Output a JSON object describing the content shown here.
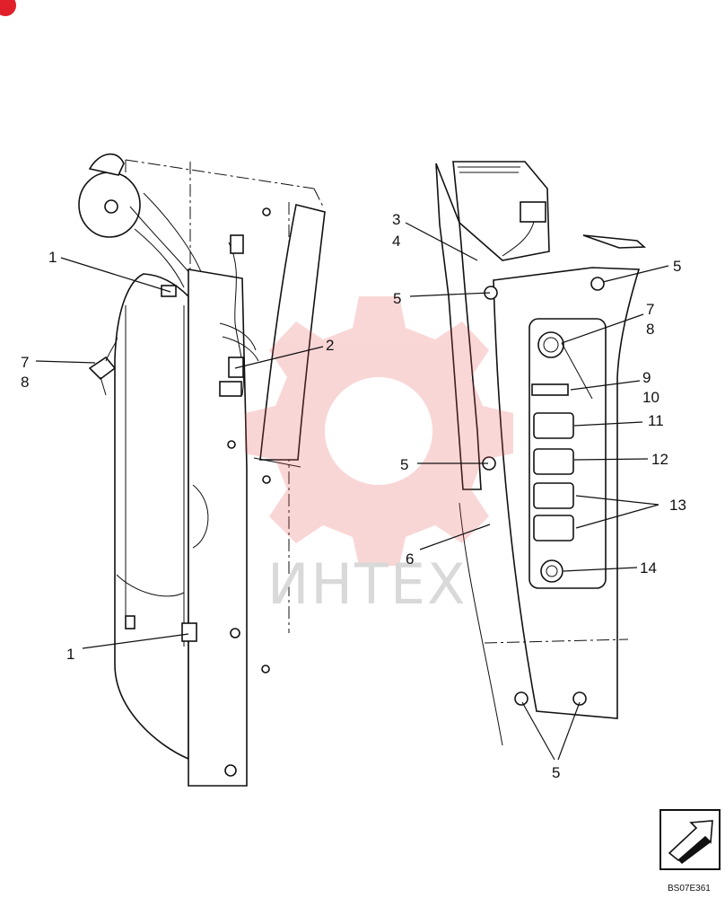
{
  "callouts": {
    "c1a": "1",
    "c1b": "1",
    "c2": "2",
    "c3": "3",
    "c4": "4",
    "c5a": "5",
    "c5b": "5",
    "c5c": "5",
    "c5d": "5",
    "c6": "6",
    "c7a": "7",
    "c8a": "8",
    "c7b": "7",
    "c8b": "8",
    "c9": "9",
    "c10": "10",
    "c11": "11",
    "c12": "12",
    "c13": "13",
    "c14": "14"
  },
  "watermark": {
    "text": "ИНТЕХ",
    "color": "#e84a4a"
  },
  "drawing_code": "BS07E361",
  "nav_icon": "next-page-arrow-icon",
  "corner_badge": {
    "color": "#e0202a"
  }
}
